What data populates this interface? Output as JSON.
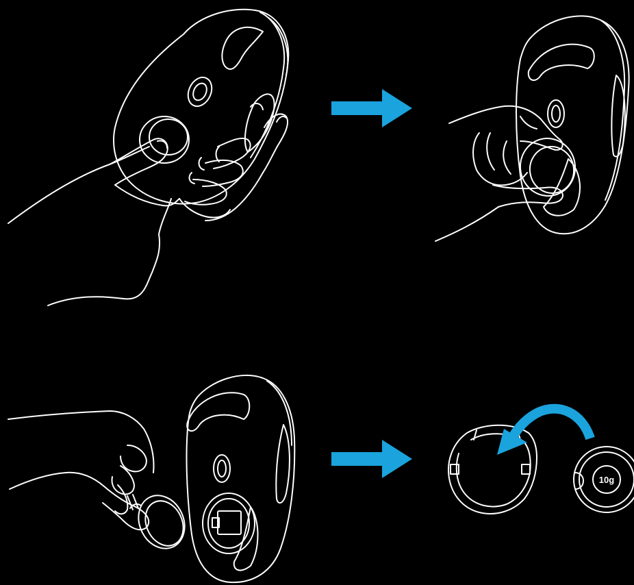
{
  "colors": {
    "background": "#000000",
    "line": "#ffffff",
    "accent_arrow": "#1aa3dc"
  },
  "steps": [
    {
      "panel": "step-1",
      "icon": "hand-pressing-weight-cover-icon"
    },
    {
      "panel": "step-2",
      "icon": "hand-twisting-weight-cover-icon"
    },
    {
      "panel": "step-3",
      "icon": "hand-removing-weight-cover-icon"
    },
    {
      "panel": "step-4",
      "icon": "insert-weight-into-cover-icon"
    }
  ],
  "weight": {
    "label": "10g"
  }
}
